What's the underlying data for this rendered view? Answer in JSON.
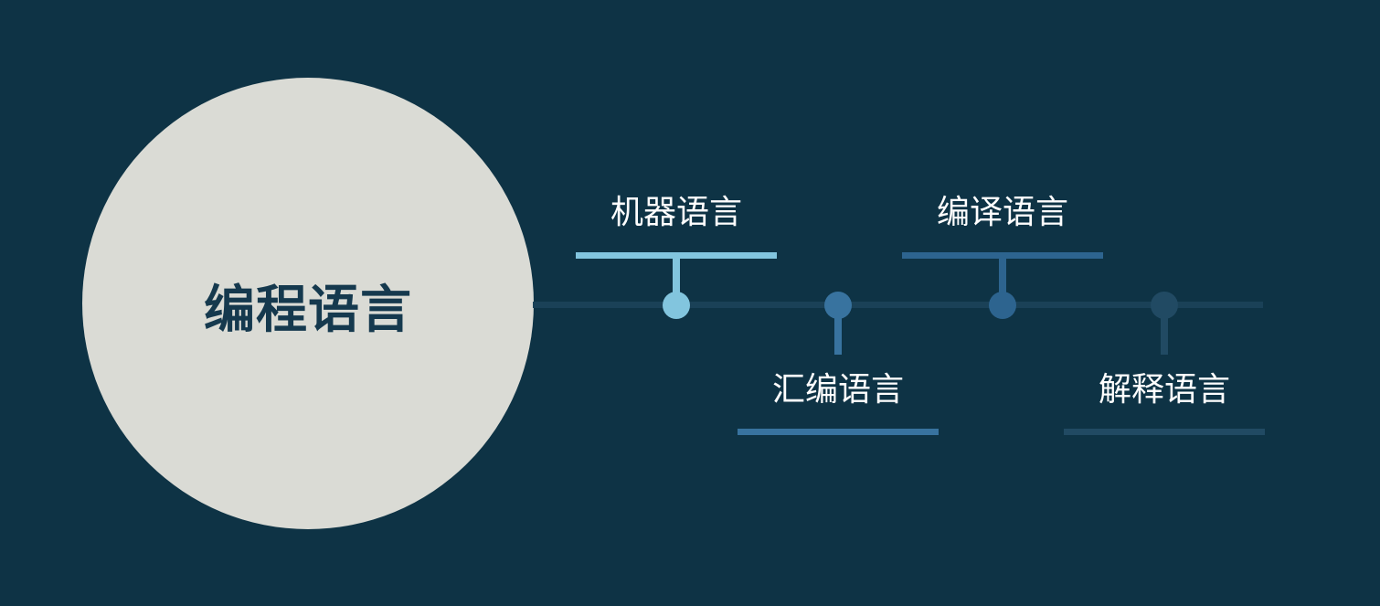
{
  "page": {
    "background": "#0e3345"
  },
  "hub": {
    "title": "编程语言",
    "fill": "#dadbd5",
    "text_color": "#15394e"
  },
  "timeline": {
    "line_color": "#1a4157",
    "items": [
      {
        "label": "机器语言",
        "color": "#82c5de",
        "position": "above"
      },
      {
        "label": "汇编语言",
        "color": "#38739f",
        "position": "below"
      },
      {
        "label": "编译语言",
        "color": "#2d648f",
        "position": "above"
      },
      {
        "label": "解释语言",
        "color": "#214a63",
        "position": "below"
      }
    ]
  }
}
